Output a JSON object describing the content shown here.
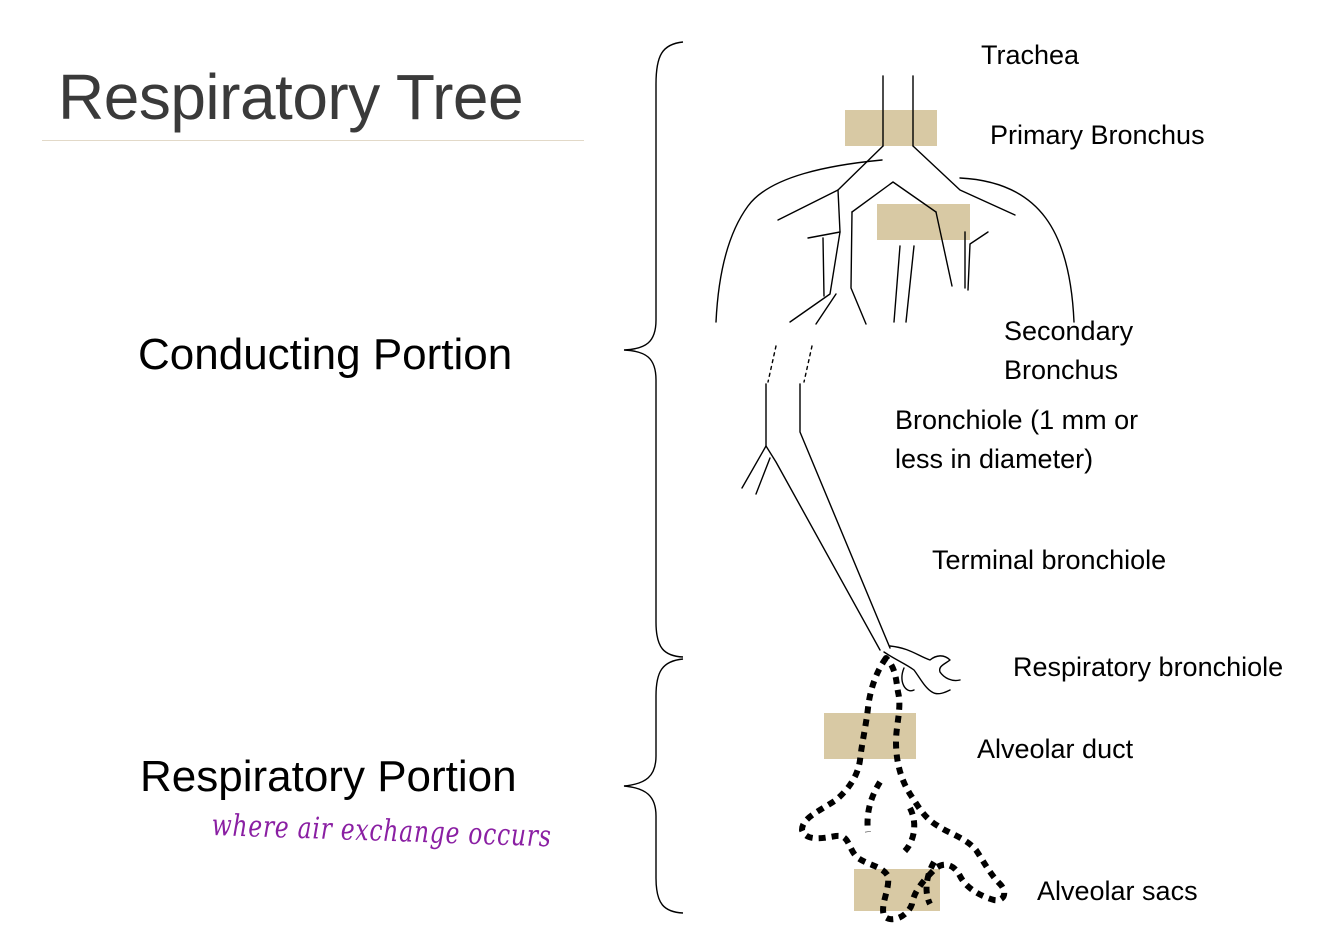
{
  "title": "Respiratory Tree",
  "portions": {
    "conducting": "Conducting Portion",
    "respiratory": "Respiratory Portion",
    "respiratory_note": "where air exchange occurs"
  },
  "structures": {
    "trachea": "Trachea",
    "primary_bronchus": "Primary Bronchus",
    "secondary_bronchus_line1": "Secondary",
    "secondary_bronchus_line2": "Bronchus",
    "bronchiole_line1": "Bronchiole (1 mm or",
    "bronchiole_line2": "less in diameter)",
    "terminal_bronchiole": "Terminal bronchiole",
    "respiratory_bronchiole": "Respiratory bronchiole",
    "alveolar_duct": "Alveolar duct",
    "alveolar_sacs": "Alveolar sacs"
  },
  "colors": {
    "title": "#3a3a3a",
    "highlight": "#d8c9a4",
    "annotation": "#8a1fa3",
    "rule": "#e2d9c8"
  }
}
